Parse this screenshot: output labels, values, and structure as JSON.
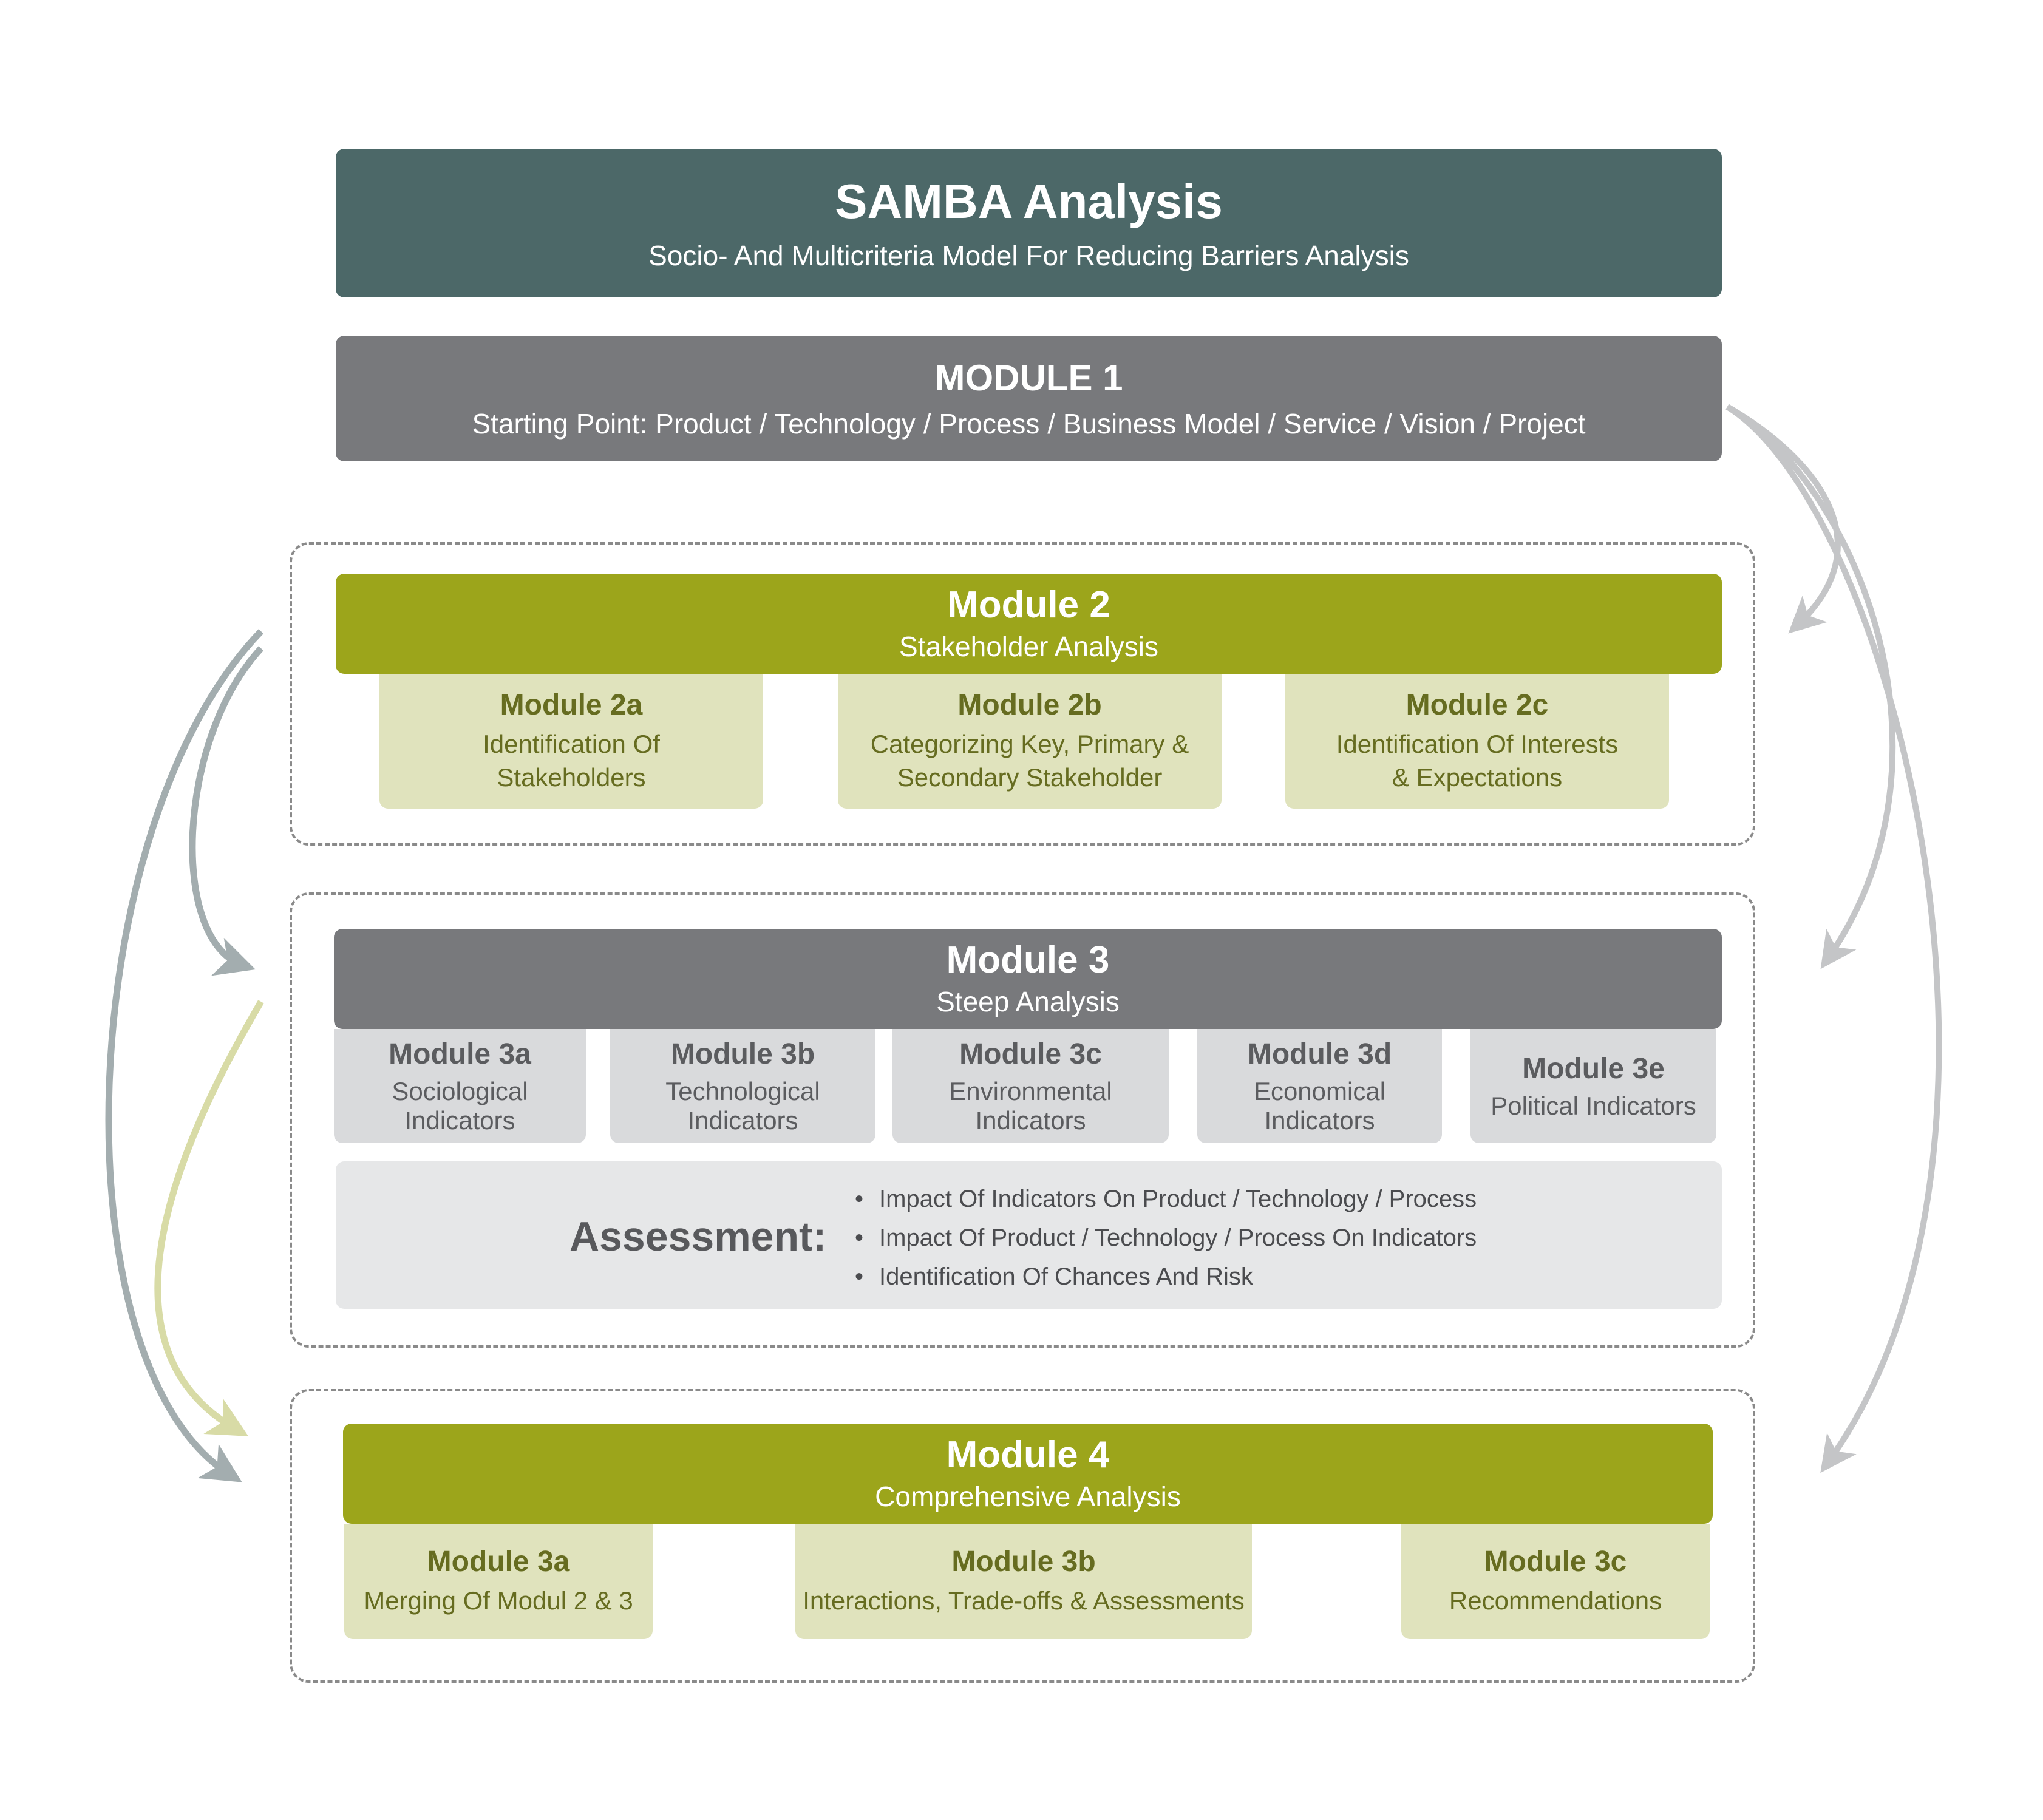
{
  "header": {
    "title": "SAMBA Analysis",
    "subtitle": "Socio- And Multicriteria Model For Reducing Barriers Analysis"
  },
  "module1": {
    "title": "MODULE 1",
    "subtitle": "Starting Point: Product / Technology / Process / Business Model / Service / Vision / Project"
  },
  "module2": {
    "title": "Module 2",
    "subtitle": "Stakeholder Analysis",
    "subs": [
      {
        "title": "Module 2a",
        "line1": "Identification Of",
        "line2": "Stakeholders"
      },
      {
        "title": "Module 2b",
        "line1": "Categorizing Key, Primary &",
        "line2": "Secondary Stakeholder"
      },
      {
        "title": "Module 2c",
        "line1": "Identification Of Interests",
        "line2": "& Expectations"
      }
    ]
  },
  "module3": {
    "title": "Module 3",
    "subtitle": "Steep Analysis",
    "subs": [
      {
        "title": "Module 3a",
        "desc": "Sociological Indicators"
      },
      {
        "title": "Module 3b",
        "desc": "Technological Indicators"
      },
      {
        "title": "Module 3c",
        "desc": "Environmental Indicators"
      },
      {
        "title": "Module 3d",
        "desc": "Economical Indicators"
      },
      {
        "title": "Module 3e",
        "desc": "Political Indicators"
      }
    ],
    "assessment": {
      "label": "Assessment:",
      "items": [
        "Impact Of Indicators On Product / Technology / Process",
        "Impact Of Product / Technology / Process On Indicators",
        "Identification Of Chances And Risk"
      ]
    }
  },
  "module4": {
    "title": "Module 4",
    "subtitle": "Comprehensive Analysis",
    "subs": [
      {
        "title": "Module 3a",
        "desc": "Merging Of Modul 2 & 3"
      },
      {
        "title": "Module 3b",
        "desc": "Interactions, Trade-offs & Assessments"
      },
      {
        "title": "Module 3c",
        "desc": "Recommendations"
      }
    ]
  },
  "colors": {
    "header": "#4c6868",
    "grey_bar": "#78797c",
    "olive": "#9ca51b",
    "olive_light": "#e0e3bd",
    "grey_light": "#d9dadc",
    "assessment_bg": "#e6e7e8",
    "arrow_grey": "#c4c5c7",
    "arrow_slate": "#a3adaf",
    "arrow_olive": "#d8dba6"
  }
}
